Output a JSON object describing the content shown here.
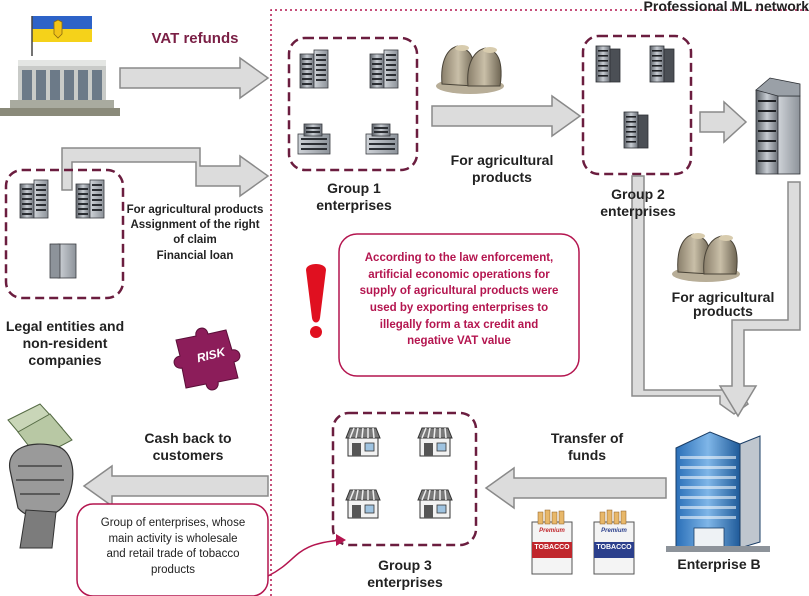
{
  "labels": {
    "vat_refunds": "VAT refunds",
    "network_title": "Professional ML network",
    "for_agri_left_bold": "For agricultural products",
    "assignment": "Assignment of the right",
    "of_claim": "of claim",
    "financial_loan": "Financial loan",
    "legal_entities": [
      "Legal entities and",
      "non-resident",
      "companies"
    ],
    "group1": [
      "Group 1",
      "enterprises"
    ],
    "for_agri_mid": [
      "For agricultural",
      "products"
    ],
    "group2": [
      "Group 2",
      "enterprises"
    ],
    "for_agri_right": [
      "For agricultural",
      "products"
    ],
    "law_text": [
      "According to the law enforcement,",
      "artificial economic operations for",
      "supply of agricultural products were",
      "used by exporting enterprises to",
      "illegally form a tax credit and",
      "negative VAT value"
    ],
    "risk": "RISK",
    "cash_back": [
      "Cash back to",
      "customers"
    ],
    "transfer": [
      "Transfer of",
      "funds"
    ],
    "tobacco_group": [
      "Group of enterprises, whose",
      "main activity is wholesale",
      "and retail trade of tobacco",
      "products"
    ],
    "group3": [
      "Group 3",
      "enterprises"
    ],
    "enterprise_b": "Enterprise B",
    "cig_brand": "TOBACCO",
    "cig_premium": "Premium"
  },
  "colors": {
    "maroon": "#6b1d3f",
    "crimson": "#b4154f",
    "risk_purple": "#8c1d5a",
    "arrow_fill": "#d9d9d9",
    "arrow_stroke": "#8a8a8a",
    "exclaim_red": "#e01020"
  },
  "icons": [
    "government-building-icon",
    "office-building-icon",
    "grain-sacks-icon",
    "tower-building-icon",
    "shop-icon",
    "money-fist-icon",
    "puzzle-piece-icon",
    "cigarette-pack-icon",
    "exclamation-icon",
    "skyscraper-icon"
  ]
}
